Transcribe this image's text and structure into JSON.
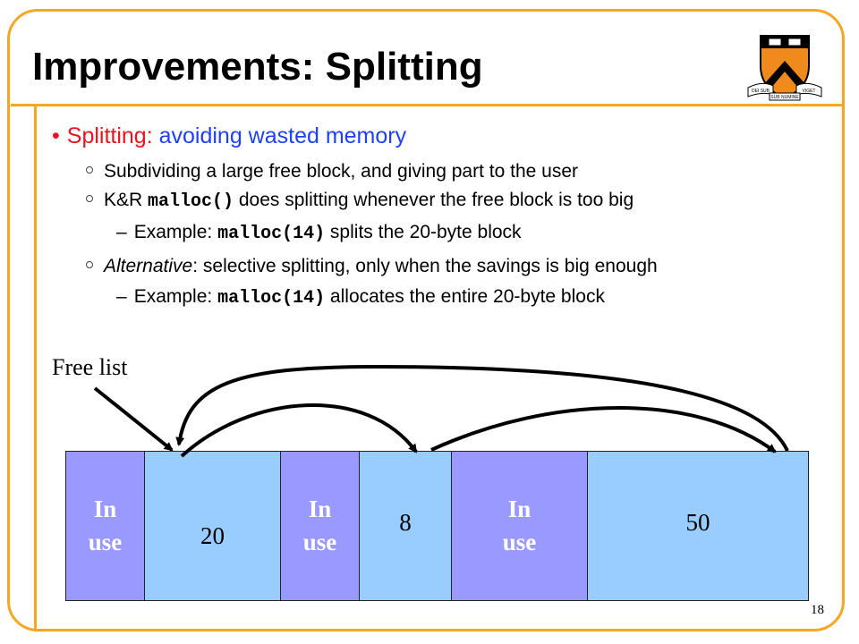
{
  "slide": {
    "title": "Improvements: Splitting",
    "page_number": "18",
    "accent_color": "#f5a623"
  },
  "logo": {
    "icon": "princeton-shield-icon",
    "motto_left": "DEI SUB",
    "motto_mid": "SUB NUMINE",
    "motto_right": "VIGET"
  },
  "bullets": {
    "main_bullet": "•",
    "main_lead": "Splitting:",
    "main_rest": " avoiding wasted memory",
    "item1": "Subdividing a large free block, and giving part to the user",
    "item2_pre": "K&R ",
    "item2_code": "malloc()",
    "item2_post": " does splitting whenever the free block is too big",
    "item2_ex_dash": "–",
    "item2_ex_pre": "Example: ",
    "item2_ex_code": "malloc(14)",
    "item2_ex_post": " splits the 20-byte block",
    "item3_em": "Alternative",
    "item3_post": ": selective splitting, only when the savings is big enough",
    "item3_ex_dash": "–",
    "item3_ex_pre": "Example: ",
    "item3_ex_code": "malloc(14)",
    "item3_ex_post": " allocates the entire 20-byte block"
  },
  "diagram": {
    "free_list_label": "Free list",
    "blocks": [
      {
        "kind": "used",
        "line1": "In",
        "line2": "use"
      },
      {
        "kind": "free",
        "label": "20"
      },
      {
        "kind": "used",
        "line1": "In",
        "line2": "use"
      },
      {
        "kind": "free",
        "label": "8"
      },
      {
        "kind": "used",
        "line1": "In",
        "line2": "use"
      },
      {
        "kind": "free",
        "label": "50"
      }
    ],
    "used_color": "#9999ff",
    "free_color": "#99ccff"
  }
}
